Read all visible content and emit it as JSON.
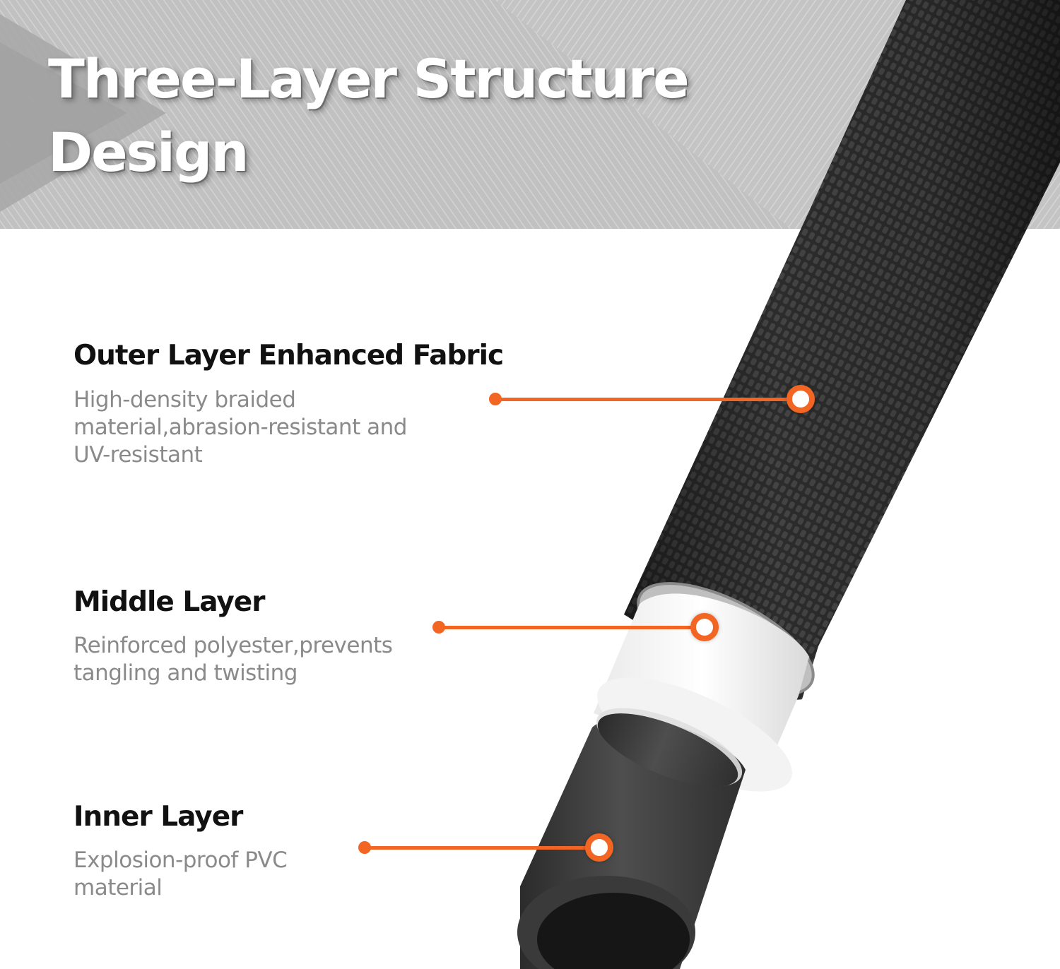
{
  "banner": {
    "title_line_1": "Three-Layer Structure",
    "title_line_2": "Design"
  },
  "accent_color": "#f26522",
  "layers": [
    {
      "heading": "Outer Layer Enhanced Fabric",
      "description": "High-density braided material,abrasion-resistant and UV-resistant"
    },
    {
      "heading": "Middle Layer",
      "description": "Reinforced polyester,prevents tangling and twisting"
    },
    {
      "heading": "Inner Layer",
      "description": "Explosion-proof PVC material"
    }
  ]
}
